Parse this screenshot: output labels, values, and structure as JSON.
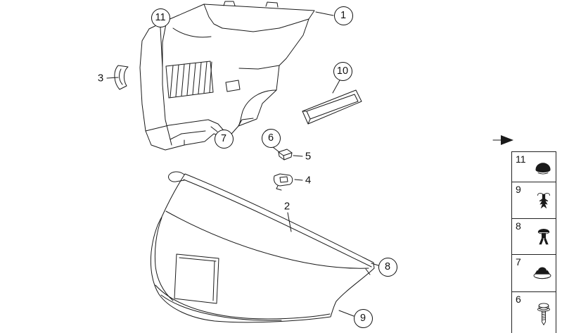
{
  "colors": {
    "background": "#ffffff",
    "line": "#1a1a1a"
  },
  "callouts": {
    "c1": "1",
    "c2": "2",
    "c3": "3",
    "c4": "4",
    "c5": "5",
    "c6": "6",
    "c7": "7",
    "c8": "8",
    "c9": "9",
    "c10": "10",
    "c11": "11"
  },
  "legend": {
    "rows": [
      {
        "label": "11",
        "icon": "blanking-plug-icon"
      },
      {
        "label": "9",
        "icon": "expanding-clip-icon"
      },
      {
        "label": "8",
        "icon": "expanding-rivet-icon"
      },
      {
        "label": "7",
        "icon": "plastic-nut-icon"
      },
      {
        "label": "6",
        "icon": "screw-with-washer-icon"
      }
    ]
  }
}
